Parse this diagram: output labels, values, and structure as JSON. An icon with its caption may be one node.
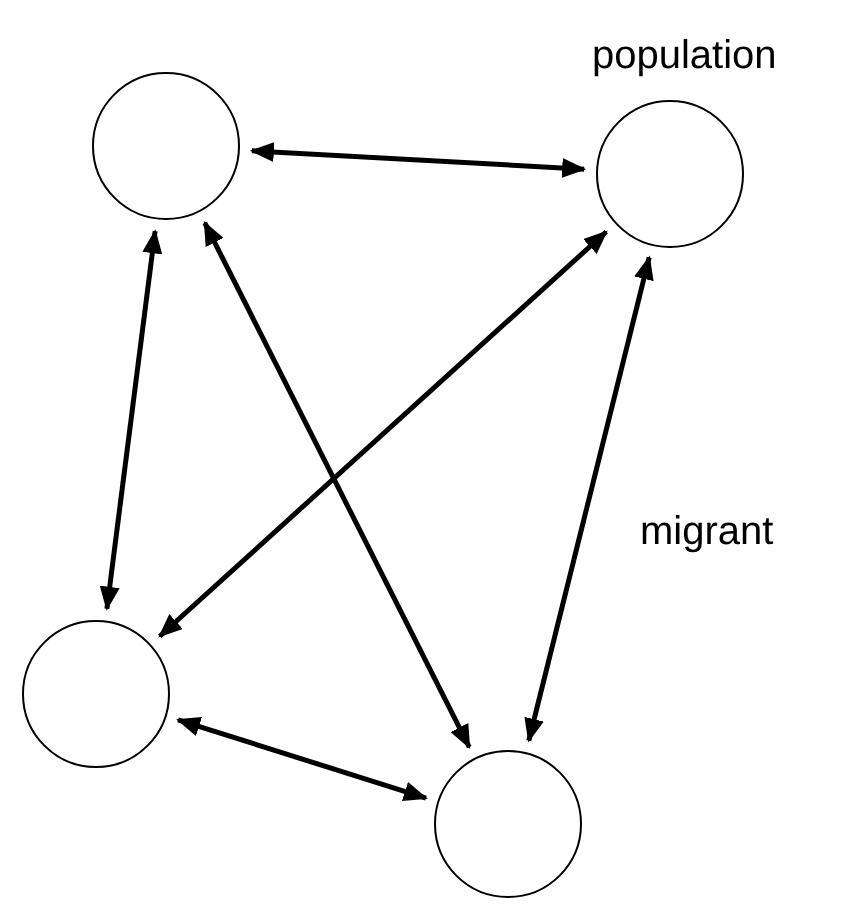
{
  "diagram": {
    "nodes": [
      {
        "text": [],
        "shape": "circle"
      },
      {
        "text": [],
        "shape": "circle",
        "beside": [
          "population"
        ]
      },
      {
        "text": [],
        "shape": "circle"
      },
      {
        "text": [],
        "shape": "circle"
      }
    ],
    "edges": [
      {
        "from": 0,
        "to": 1,
        "arrow": "both"
      },
      {
        "from": 0,
        "to": 2,
        "arrow": "both"
      },
      {
        "from": 0,
        "to": 3,
        "arrow": "both"
      },
      {
        "from": 1,
        "to": 2,
        "arrow": "both"
      },
      {
        "from": 1,
        "to": 3,
        "arrow": "both",
        "label": "migrant"
      },
      {
        "from": 2,
        "to": 3,
        "arrow": "both"
      }
    ]
  }
}
